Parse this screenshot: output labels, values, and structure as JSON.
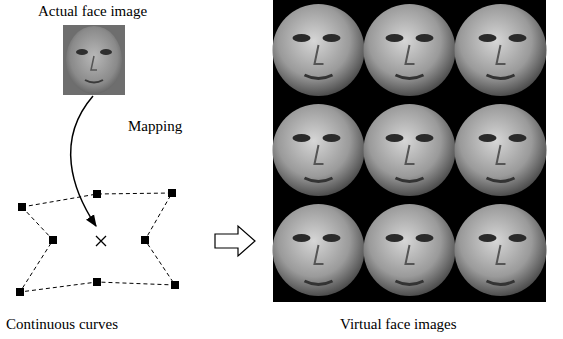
{
  "diagram": {
    "labels": [
      "Actual face image",
      "Mapping",
      "Continuous curves",
      "Virtual face images"
    ]
  }
}
